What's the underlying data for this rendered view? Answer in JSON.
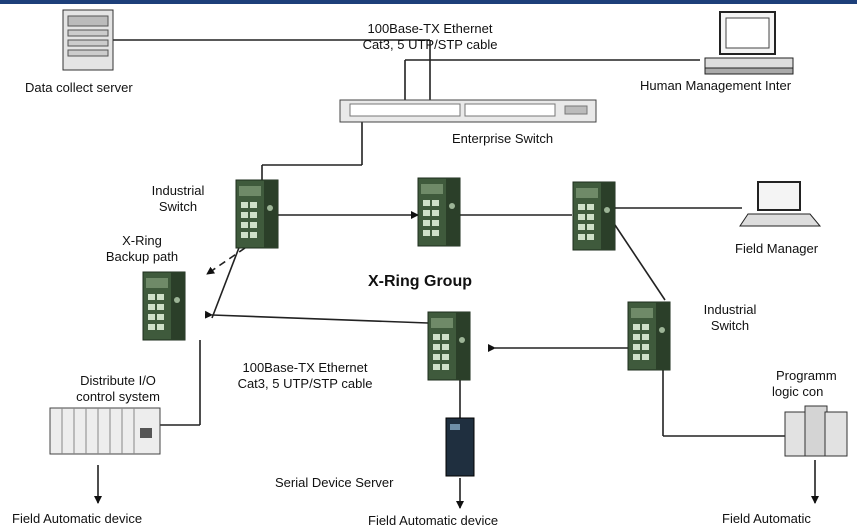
{
  "labels": {
    "top_cable_line1": "100Base-TX Ethernet",
    "top_cable_line2": "Cat3, 5 UTP/STP cable",
    "data_server": "Data collect server",
    "hmi": "Human Management Inter",
    "enterprise_switch": "Enterprise Switch",
    "industrial_switch_left_1": "Industrial",
    "industrial_switch_left_2": "Switch",
    "backup_path_1": "X-Ring",
    "backup_path_2": "Backup path",
    "xring_group": "X-Ring Group",
    "field_manager": "Field Manager",
    "industrial_switch_right_1": "Industrial",
    "industrial_switch_right_2": "Switch",
    "mid_cable_line1": "100Base-TX Ethernet",
    "mid_cable_line2": "Cat3, 5 UTP/STP cable",
    "dio_1": "Distribute I/O",
    "dio_2": "control system",
    "plc_1": "Programm",
    "plc_2": "logic con",
    "serial_server": "Serial Device Server",
    "field_auto_left": "Field Automatic device",
    "field_auto_mid": "Field Automatic device",
    "field_auto_right": "Field Automatic"
  },
  "colors": {
    "switch_body": "#3f5a3c",
    "switch_dark": "#2b3f29",
    "switch_light": "#6f8a68",
    "topbar": "#1d3f7a"
  }
}
